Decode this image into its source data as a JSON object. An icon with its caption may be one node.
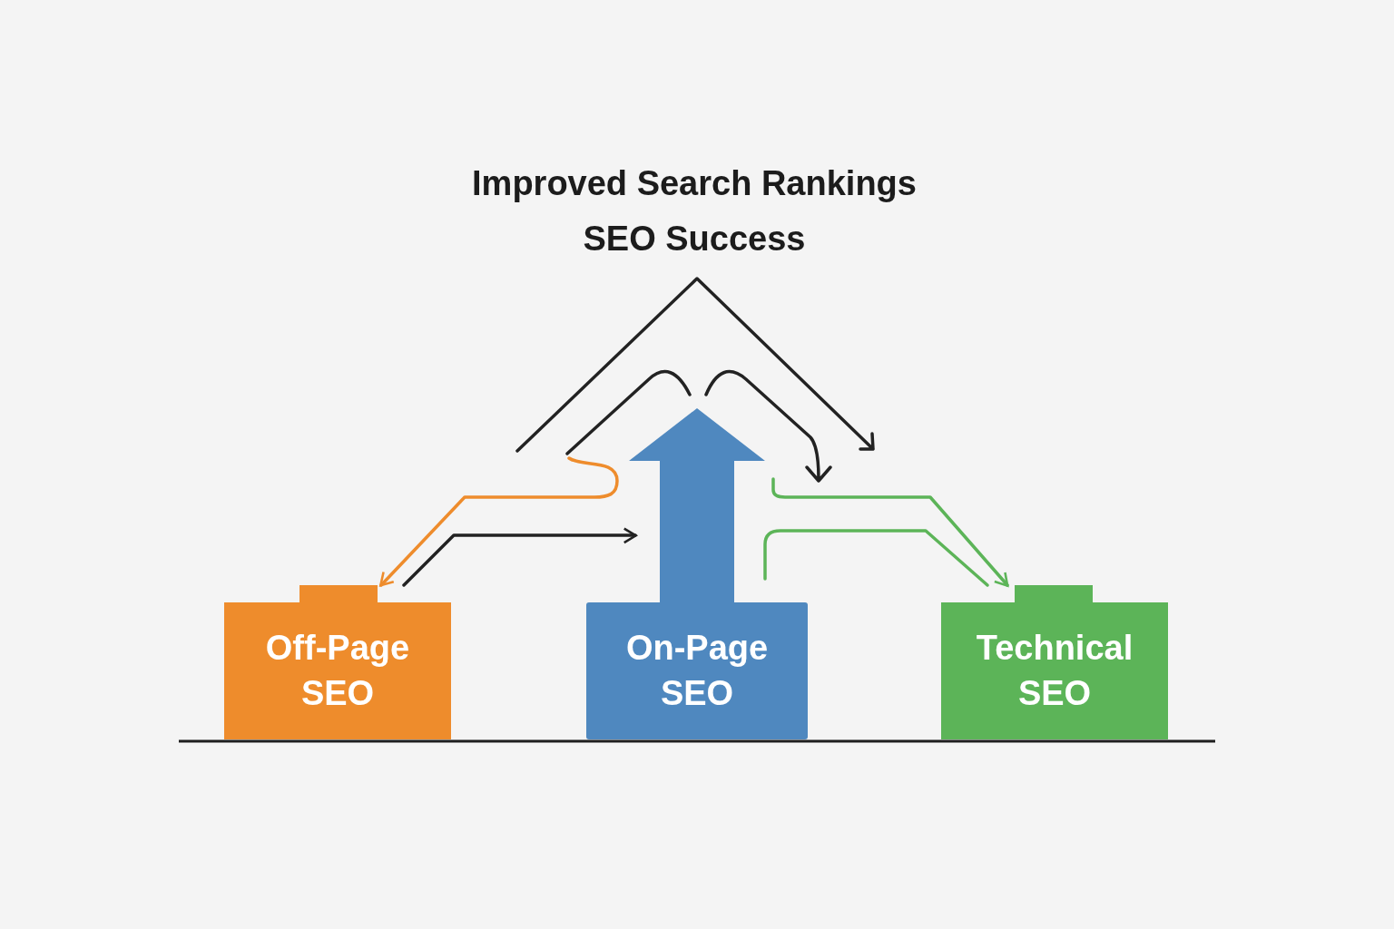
{
  "diagram": {
    "nodes": [
      {
        "text": [
          "Improved Search Rankings",
          "SEO Success"
        ]
      },
      {
        "text": [
          "Off-Page SEO"
        ]
      },
      {
        "text": [
          "On-Page SEO"
        ]
      },
      {
        "text": [
          "Technical SEO"
        ]
      }
    ],
    "edges": [
      {
        "from": null,
        "to": 1,
        "arrow": "to",
        "color": "#ee8c2c"
      },
      {
        "from": 1,
        "to": null,
        "arrow": "to",
        "color": "#222222"
      },
      {
        "from": null,
        "to": 3,
        "arrow": "to",
        "color": "#5cb458"
      },
      {
        "from": null,
        "to": 3,
        "arrow": "none",
        "color": "#5cb458"
      },
      {
        "from": 2,
        "to": null,
        "arrow": "to",
        "style": "thick",
        "color": "#4f88bf"
      }
    ]
  }
}
